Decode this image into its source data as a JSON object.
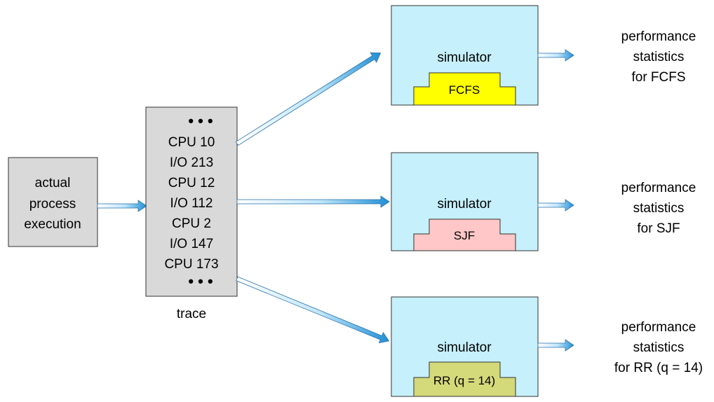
{
  "actual_box": {
    "lines": [
      "actual",
      "process",
      "execution"
    ],
    "fill": "#d9d9d9"
  },
  "trace": {
    "dots": "• • •",
    "entries": [
      "CPU 10",
      "I/O 213",
      "CPU 12",
      "I/O 112",
      "CPU 2",
      "I/O 147",
      "CPU 173"
    ],
    "label": "trace",
    "fill": "#d9d9d9"
  },
  "simulators": [
    {
      "label": "simulator",
      "algorithm": "FCFS",
      "algo_fill": "#ffff00",
      "output_lines": [
        "performance",
        "statistics",
        "for FCFS"
      ]
    },
    {
      "label": "simulator",
      "algorithm": "SJF",
      "algo_fill": "#ffc7c7",
      "output_lines": [
        "performance",
        "statistics",
        "for SJF"
      ]
    },
    {
      "label": "simulator",
      "algorithm": "RR (q = 14)",
      "algo_fill": "#d4d97a",
      "output_lines": [
        "performance",
        "statistics",
        "for RR (q = 14)"
      ]
    }
  ],
  "colors": {
    "simulator_fill": "#c6f0fb",
    "arrow_light": "#ffffff",
    "arrow_dark": "#1f8fd6"
  }
}
